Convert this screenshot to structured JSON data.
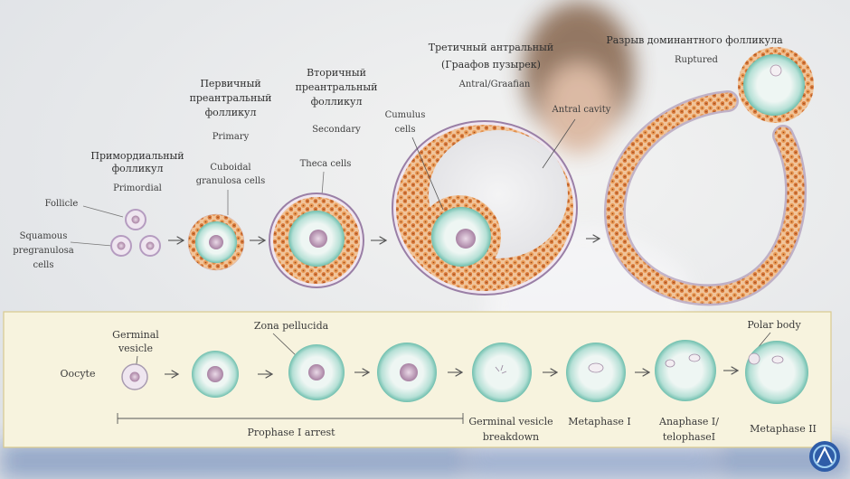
{
  "follicle_stages": {
    "primordial": {
      "title_ru_lines": [
        "Примордиальный",
        "фолликул"
      ],
      "title_en": "Primordial",
      "label_follicle": "Follicle",
      "label_squamous_lines": [
        "Squamous",
        "pregranulosa",
        "cells"
      ]
    },
    "primary": {
      "title_ru_lines": [
        "Первичный",
        "преантральный",
        "фолликул"
      ],
      "title_en": "Primary",
      "label_cuboidal_lines": [
        "Cuboidal",
        "granulosa cells"
      ]
    },
    "secondary": {
      "title_ru_lines": [
        "Вторичный",
        "преантральный",
        "фолликул"
      ],
      "title_en": "Secondary",
      "label_theca": "Theca cells"
    },
    "antral": {
      "title_ru_lines": [
        "Третичный антральный",
        "(Граафов пузырек)"
      ],
      "title_en": "Antral/Graafian",
      "label_cumulus_lines": [
        "Cumulus",
        "cells"
      ],
      "label_antral_cavity": "Antral cavity"
    },
    "ruptured": {
      "title_ru": "Разрыв доминантного фолликула",
      "title_en": "Ruptured"
    }
  },
  "oocyte_panel": {
    "row_label": "Oocyte",
    "label_germinal_lines": [
      "Germinal",
      "vesicle"
    ],
    "label_zona": "Zona pellucida",
    "label_polar": "Polar body",
    "phase_prophase": "Prophase I arrest",
    "phase_gvbd_lines": [
      "Germinal vesicle",
      "breakdown"
    ],
    "phase_metaphase1": "Metaphase I",
    "phase_anaphase_lines": [
      "Anaphase I/",
      "telophaseI"
    ],
    "phase_metaphase2": "Metaphase II"
  },
  "colors": {
    "granulosa": "#e8954f",
    "granulosa_dark": "#c96a2c",
    "theca_border": "#9a7fa6",
    "zona": "#8fd0c4",
    "ooplasm": "#eef6f3",
    "nucleus": "#c9a9c6",
    "panel_bg": "#f7f3de",
    "panel_border": "#d8c98f"
  },
  "icons": {
    "arrow": "arrow-right-icon",
    "logo": "brand-logo-icon"
  }
}
